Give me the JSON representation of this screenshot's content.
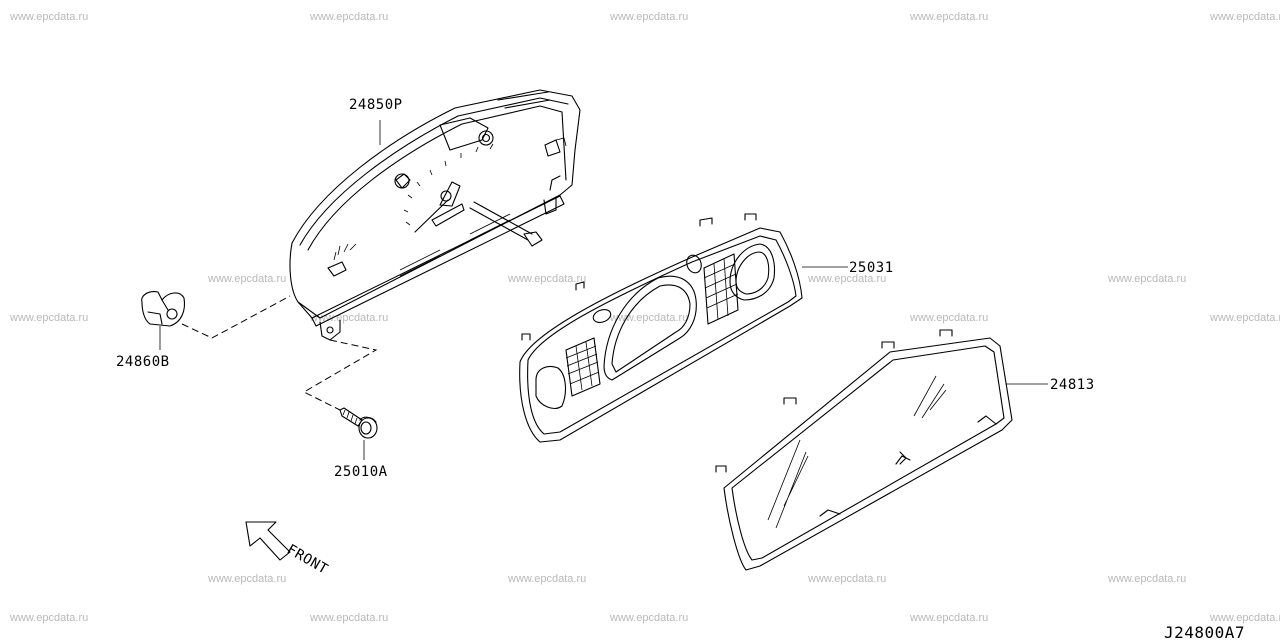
{
  "watermark": "www.epcdata.ru",
  "diagram_code": "J24800A7",
  "direction_label": "FRONT",
  "parts": {
    "combination_meter": "24850P",
    "clip": "24860B",
    "screw": "25010A",
    "finisher": "25031",
    "cover_glass": "24813"
  }
}
